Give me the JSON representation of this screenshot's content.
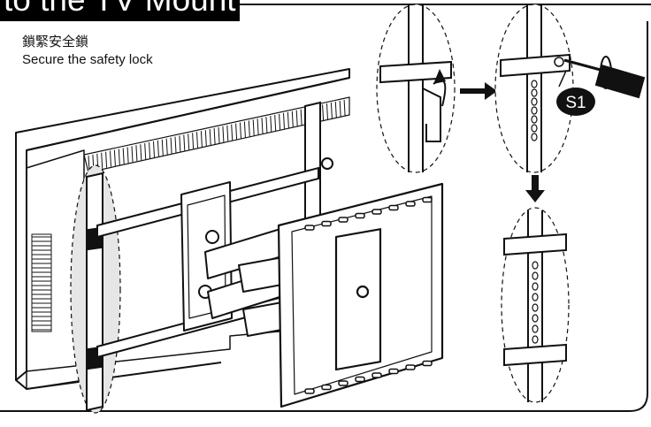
{
  "header": {
    "title": "to the TV Mount"
  },
  "instruction": {
    "text_zh": "鎖緊安全鎖",
    "text_en": "Secure the safety lock"
  },
  "callout": {
    "label": "S1"
  },
  "colors": {
    "ink": "#111111",
    "highlight": "#e6e6e6",
    "background": "#ffffff"
  }
}
